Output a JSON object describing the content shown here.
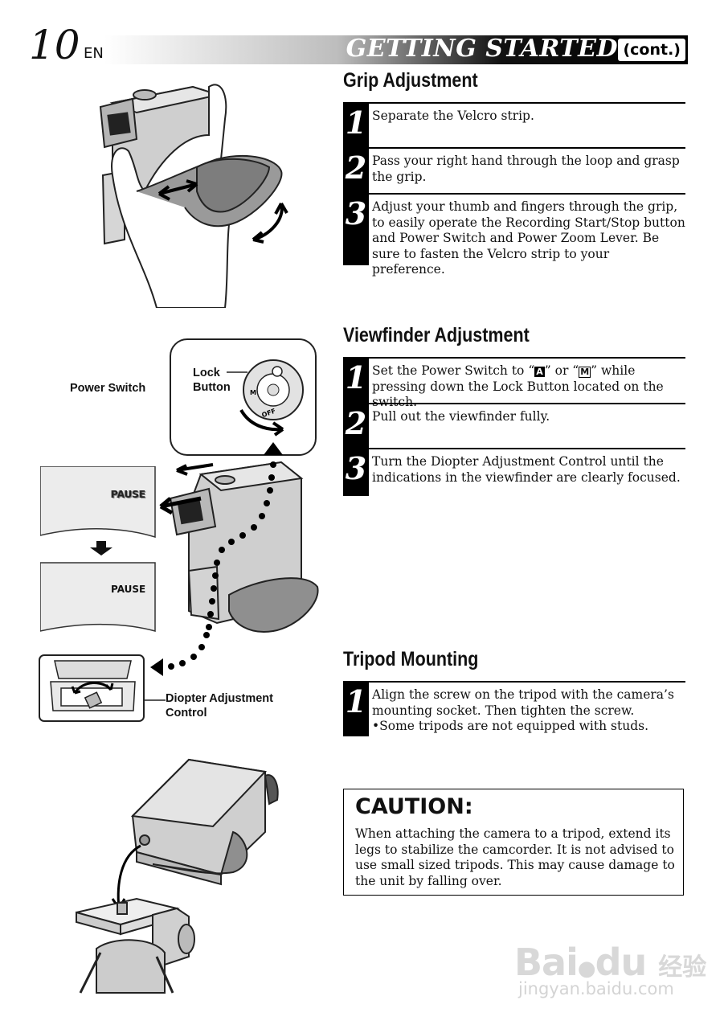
{
  "header": {
    "page_number": "10",
    "language": "EN",
    "title": "GETTING STARTED",
    "cont": "(cont.)"
  },
  "grip": {
    "title": "Grip Adjustment",
    "steps": [
      {
        "num": "1",
        "text": "Separate the Velcro strip."
      },
      {
        "num": "2",
        "text": "Pass your right hand through the loop and grasp the grip."
      },
      {
        "num": "3",
        "text": "Adjust your thumb and fingers through the grip, to easily operate the Recording Start/Stop button and Power Switch and Power Zoom Lever. Be sure to fasten the Velcro strip to your preference."
      }
    ]
  },
  "viewfinder": {
    "title": "Viewfinder Adjustment",
    "step1_pre": "Set the Power Switch to “",
    "step1_a": "A",
    "step1_mid": "” or “",
    "step1_m": "M",
    "step1_post": "” while pressing down the Lock Button located on the switch.",
    "steps": [
      {
        "num": "1"
      },
      {
        "num": "2",
        "text": "Pull out the viewfinder fully."
      },
      {
        "num": "3",
        "text": "Turn the Diopter Adjustment Control until the indications in the viewfinder are clearly focused."
      }
    ]
  },
  "tripod": {
    "title": "Tripod Mounting",
    "steps": [
      {
        "num": "1",
        "text": "Align the screw on the tripod with the camera’s mounting socket. Then tighten the screw.",
        "note": "•Some tripods are not equipped with studs."
      }
    ]
  },
  "caution": {
    "title": "CAUTION:",
    "text": "When attaching the camera to a tripod, extend its legs to stabilize the camcorder. It is not advised to use small sized tripods. This may cause damage to the unit by falling over."
  },
  "labels": {
    "power_switch": "Power Switch",
    "lock_button_1": "Lock",
    "lock_button_2": "Button",
    "pause_blurry": "PAUSE",
    "pause_clear": "PAUSE",
    "diopter_1": "Diopter Adjustment",
    "diopter_2": "Control",
    "dial_m": "M",
    "dial_off": "OFF"
  },
  "watermark": {
    "logo": "Bai",
    "logo2": "du",
    "logo_cn": "经验",
    "url": "jingyan.baidu.com"
  }
}
